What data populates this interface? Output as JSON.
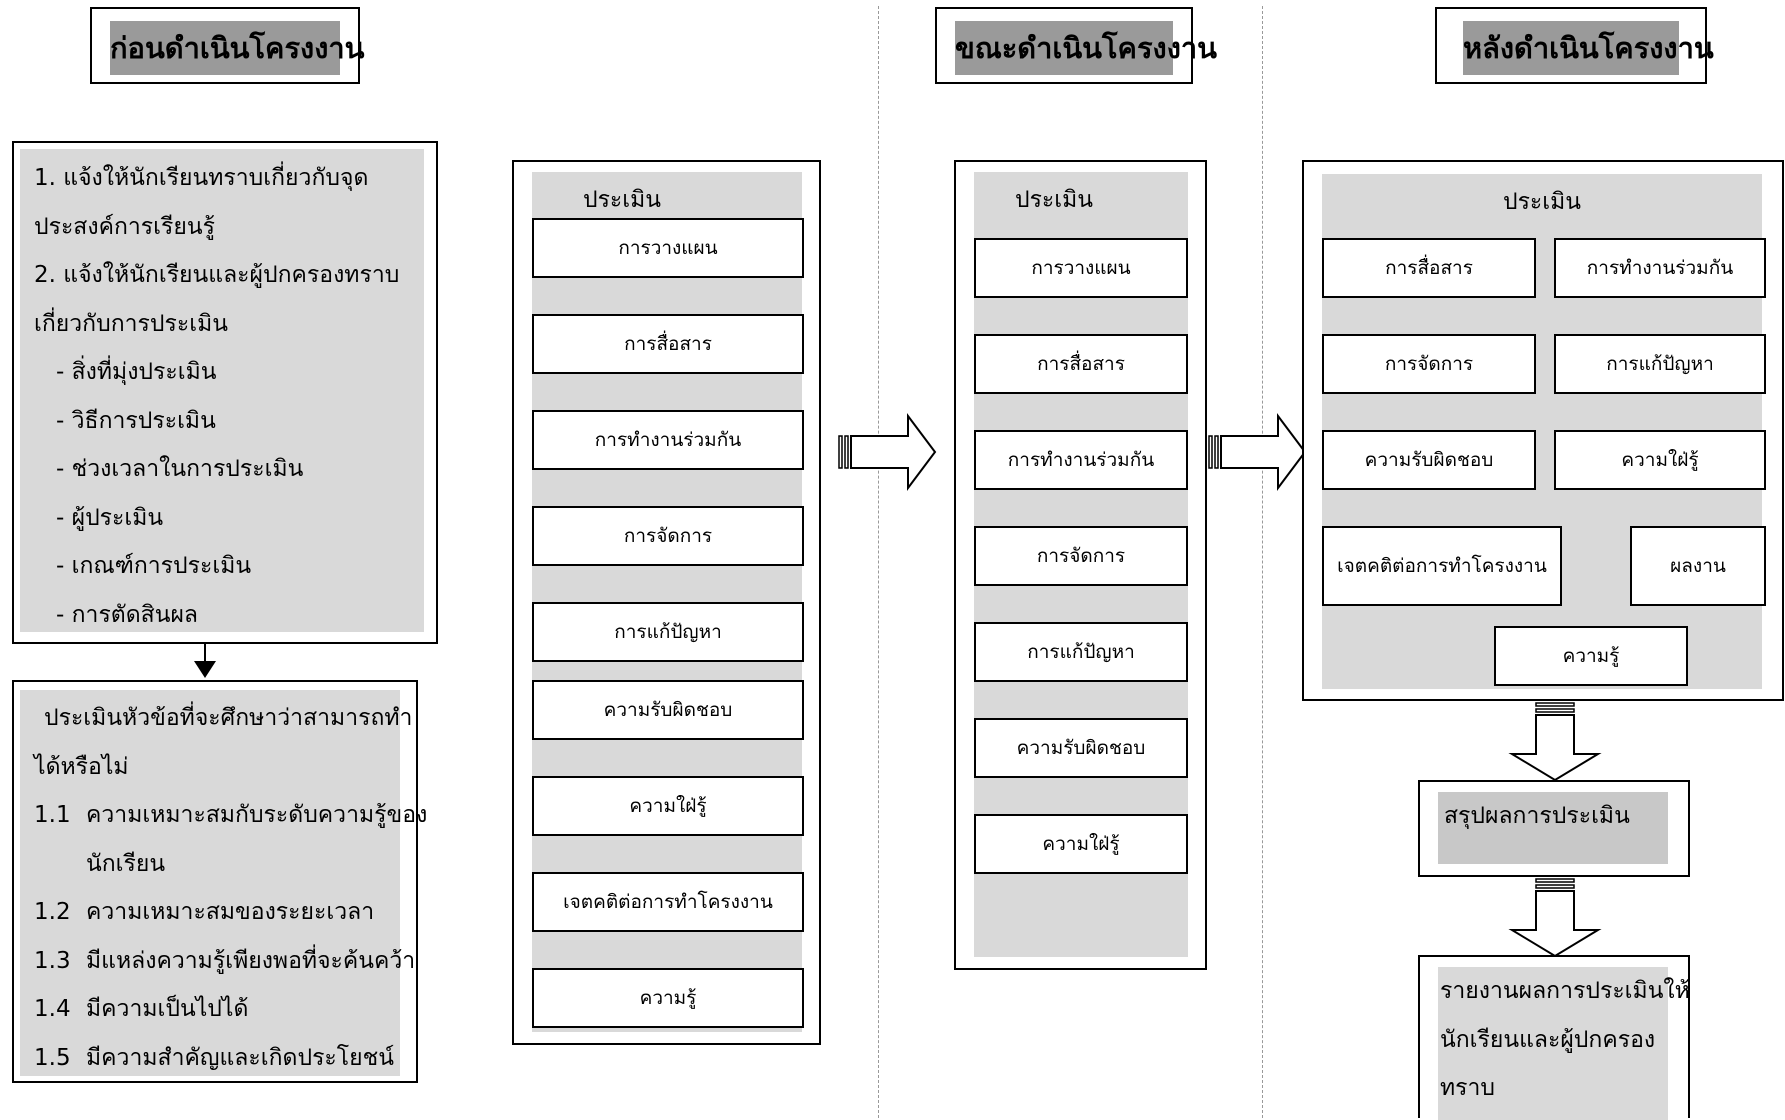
{
  "phases": {
    "before": "ก่อนดำเนินโครงงาน",
    "during": "ขณะดำเนินโครงงาน",
    "after": "หลังดำเนินโครงงาน"
  },
  "before": {
    "steps": [
      "1. แจ้งให้นักเรียนทราบเกี่ยวกับจุด",
      "ประสงค์การเรียนรู้",
      "2. แจ้งให้นักเรียนและผู้ปกครองทราบ",
      "เกี่ยวกับการประเมิน",
      "  - สิ่งที่มุ่งประเมิน",
      "  - วิธีการประเมิน",
      "  - ช่วงเวลาในการประเมิน",
      "  - ผู้ประเมิน",
      "  - เกณฑ์การประเมิน",
      "  - การตัดสินผล"
    ],
    "topic_eval": {
      "intro": [
        "ประเมินหัวข้อที่จะศึกษาว่าสามารถทำ",
        "ได้หรือไม่"
      ],
      "criteria": [
        {
          "num": "1.1",
          "text": "ความเหมาะสมกับระดับความรู้ของ"
        },
        {
          "num": "",
          "text": "นักเรียน"
        },
        {
          "num": "1.2",
          "text": "ความเหมาะสมของระยะเวลา"
        },
        {
          "num": "1.3",
          "text": "มีแหล่งความรู้เพียงพอที่จะค้นคว้า"
        },
        {
          "num": "1.4",
          "text": "มีความเป็นไปได้"
        },
        {
          "num": "1.5",
          "text": "มีความสำคัญและเกิดประโยชน์"
        }
      ]
    }
  },
  "col2": {
    "title": "ประเมิน",
    "items": [
      "การวางแผน",
      "การสื่อสาร",
      "การทำงานร่วมกัน",
      "การจัดการ",
      "การแก้ปัญหา",
      "ความรับผิดชอบ",
      "ความใฝ่รู้",
      "เจตคติต่อการทำโครงงาน",
      "ความรู้"
    ]
  },
  "during": {
    "title": "ประเมิน",
    "items": [
      "การวางแผน",
      "การสื่อสาร",
      "การทำงานร่วมกัน",
      "การจัดการ",
      "การแก้ปัญหา",
      "ความรับผิดชอบ",
      "ความใฝ่รู้"
    ]
  },
  "after": {
    "title": "ประเมิน",
    "grid": [
      "การสื่อสาร",
      "การทำงานร่วมกัน",
      "การจัดการ",
      "การแก้ปัญหา",
      "ความรับผิดชอบ",
      "ความใฝ่รู้",
      "เจตคติต่อการทำโครงงาน",
      "ผลงาน",
      "ความรู้"
    ],
    "summary": "สรุปผลการประเมิน",
    "report": [
      "รายงานผลการประเมินให้",
      "นักเรียนและผู้ปกครอง",
      "ทราบ"
    ]
  }
}
